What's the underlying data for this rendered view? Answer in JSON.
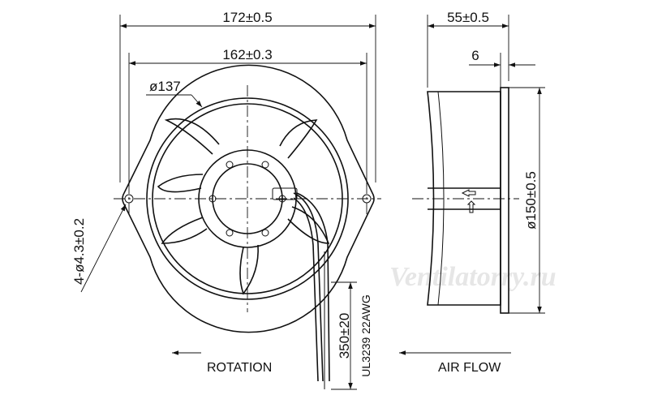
{
  "dimensions": {
    "overall_width": "172±0.5",
    "hole_spacing": "162±0.3",
    "venturi_diameter": "ø137",
    "mounting_holes": "4-ø4.3±0.2",
    "depth": "55±0.5",
    "flange_thickness": "6",
    "outer_diameter": "ø150±0.5",
    "lead_length": "350±20",
    "wire_spec": "UL3239  22AWG"
  },
  "labels": {
    "rotation": "ROTATION",
    "air_flow": "AIR FLOW"
  },
  "watermark": "Ventilatorry.ru",
  "colors": {
    "line": "#111111",
    "watermark": "#e6e6e6"
  }
}
